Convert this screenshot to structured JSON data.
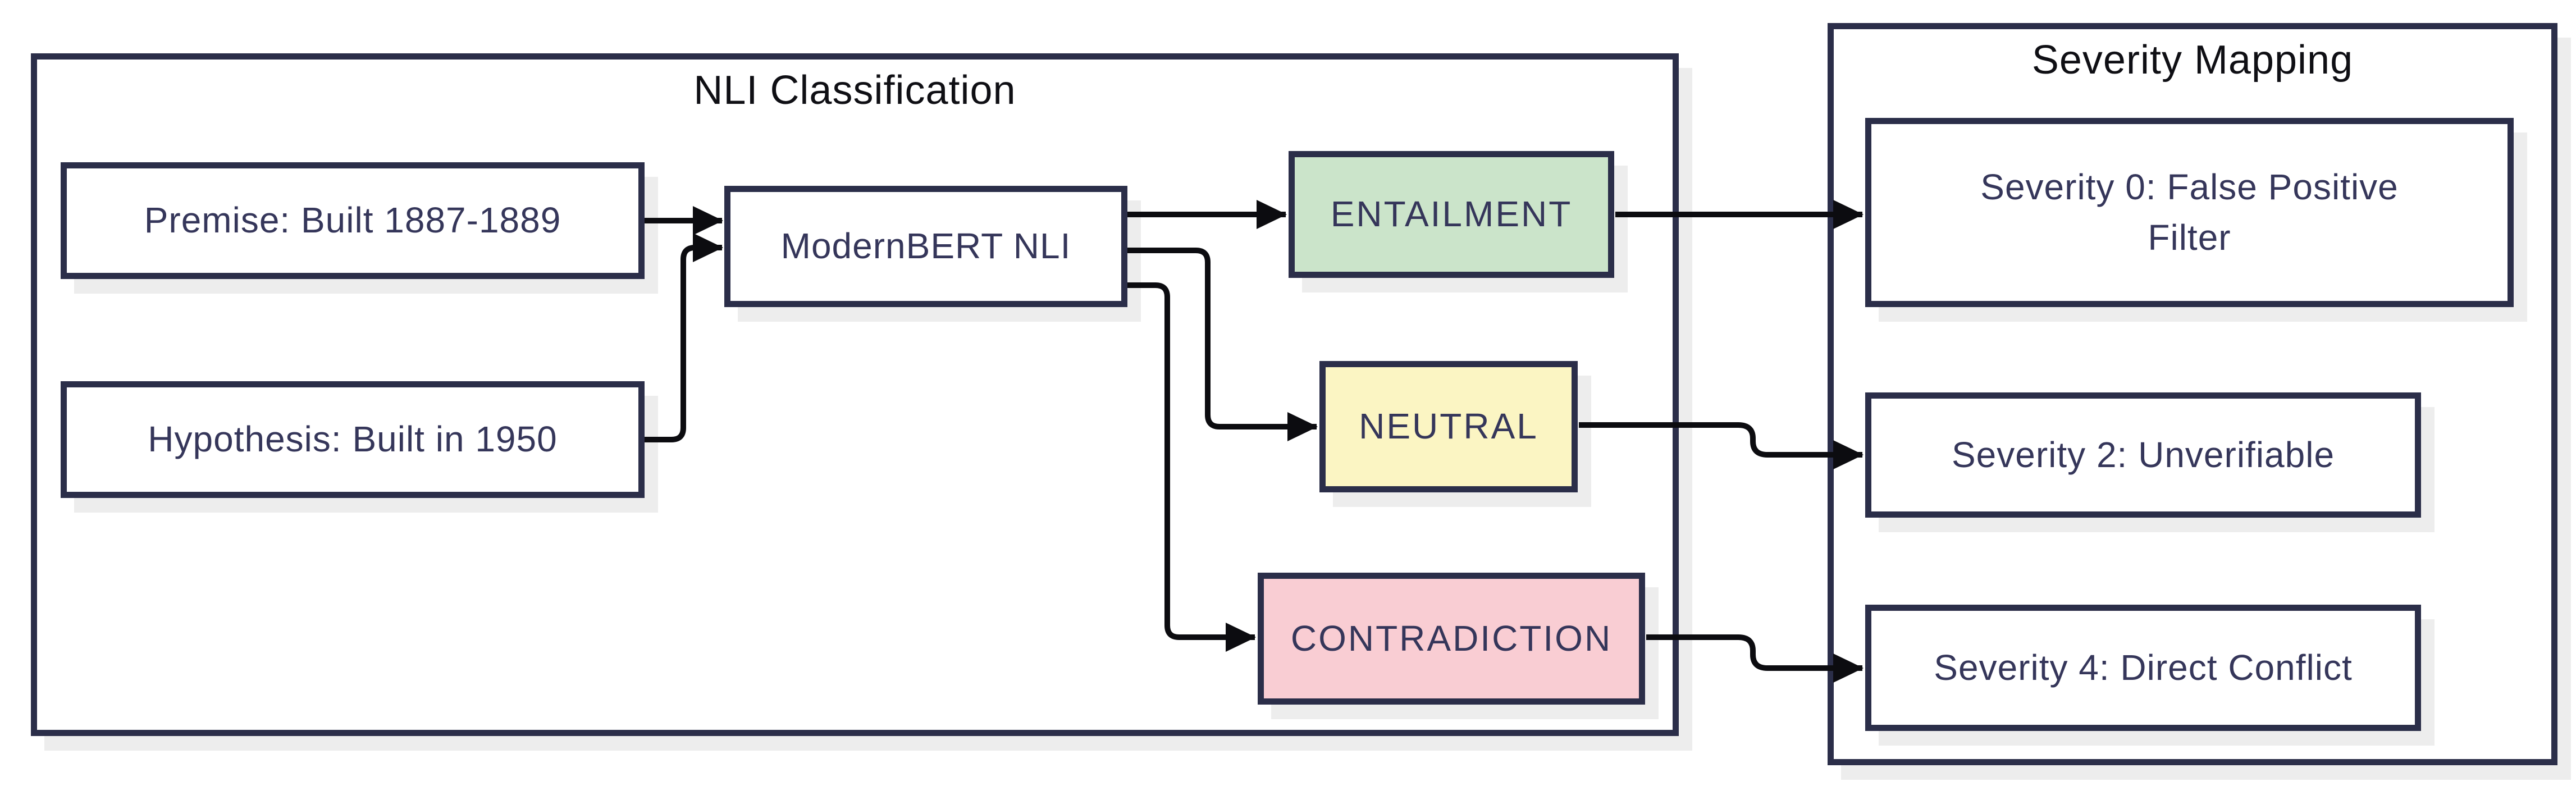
{
  "diagram": {
    "containers": [
      {
        "id": "nli-classification",
        "title": "NLI Classification"
      },
      {
        "id": "severity-mapping",
        "title": "Severity Mapping"
      }
    ],
    "nodes": [
      {
        "id": "premise",
        "label": "Premise: Built 1887-1889",
        "fill": "#ffffff"
      },
      {
        "id": "hypothesis",
        "label": "Hypothesis: Built in 1950",
        "fill": "#ffffff"
      },
      {
        "id": "modernbert-nli",
        "label": "ModernBERT NLI",
        "fill": "#ffffff"
      },
      {
        "id": "entailment",
        "label": "ENTAILMENT",
        "fill": "#cbe4ca"
      },
      {
        "id": "neutral",
        "label": "NEUTRAL",
        "fill": "#fbf5c3"
      },
      {
        "id": "contradiction",
        "label": "CONTRADICTION",
        "fill": "#f9cdd3"
      },
      {
        "id": "severity-0",
        "label": "Severity 0: False Positive Filter",
        "fill": "#ffffff"
      },
      {
        "id": "severity-2",
        "label": "Severity 2: Unverifiable",
        "fill": "#ffffff"
      },
      {
        "id": "severity-4",
        "label": "Severity 4: Direct Conflict",
        "fill": "#ffffff"
      }
    ],
    "edges": [
      {
        "from": "premise",
        "to": "modernbert-nli"
      },
      {
        "from": "hypothesis",
        "to": "modernbert-nli"
      },
      {
        "from": "modernbert-nli",
        "to": "entailment"
      },
      {
        "from": "modernbert-nli",
        "to": "neutral"
      },
      {
        "from": "modernbert-nli",
        "to": "contradiction"
      },
      {
        "from": "entailment",
        "to": "severity-0"
      },
      {
        "from": "neutral",
        "to": "severity-2"
      },
      {
        "from": "contradiction",
        "to": "severity-4"
      }
    ],
    "colors": {
      "border": "#2b2e49",
      "text": "#35365a",
      "title": "#0f0f14",
      "arrow": "#0c0c10",
      "shadow": "#ededed",
      "bg": "#ffffff"
    }
  }
}
